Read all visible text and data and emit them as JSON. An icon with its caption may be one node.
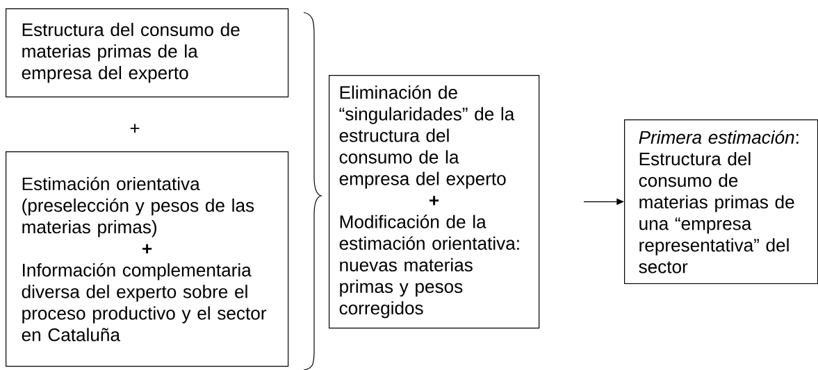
{
  "diagram": {
    "nodes": [
      {
        "text": [
          "Estructura del consumo de materias primas de la empresa del experto"
        ]
      },
      {
        "text": [
          "Estimación orientativa (preselección y pesos de las materias primas)",
          "+",
          "Información complementaria diversa del experto sobre el proceso productivo y el sector en Cataluña"
        ]
      },
      {
        "text": [
          "Eliminación de “singularidades” de la estructura del consumo de la empresa del experto",
          "+",
          "Modificación de la estimación orientativa: nuevas materias primas y pesos corregidos"
        ]
      },
      {
        "text": [
          "*Primera estimación*: Estructura del consumo de materias primas de una “empresa representativa” del sector"
        ]
      }
    ],
    "edges": [
      {
        "from": null,
        "to": 3,
        "arrow": "to"
      }
    ],
    "labels": [
      "+"
    ]
  }
}
